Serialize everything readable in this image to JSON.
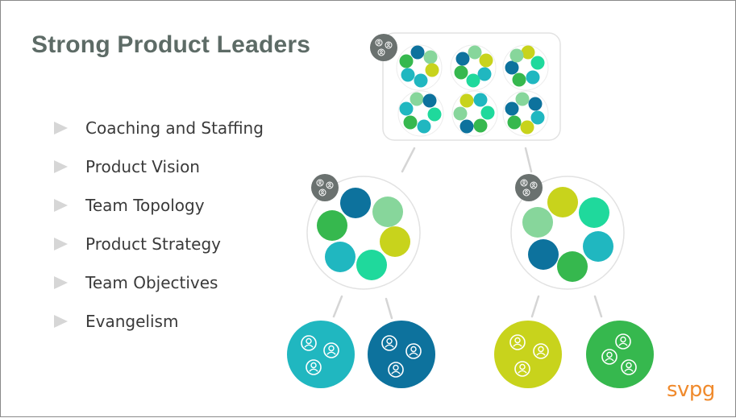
{
  "slide": {
    "title": "Strong Product Leaders",
    "bullets": [
      "Coaching and Staffing",
      "Product Vision",
      "Team Topology",
      "Product Strategy",
      "Team Objectives",
      "Evangelism"
    ],
    "logo": "svpg"
  },
  "icons": {
    "leader_badge": "group-people-icon",
    "team_icon": "people-icon"
  },
  "colors": {
    "title": "#5d6b66",
    "bullet_text": "#3a3a3a",
    "logo": "#f08a2c",
    "badge": "#6a716f",
    "team_a_fill": "#20b7c0",
    "team_b_fill": "#0d729d",
    "team_c_fill": "#c8d31c",
    "team_d_fill": "#36b84e",
    "dot_palette": [
      "#0d729d",
      "#20b7c0",
      "#36b84e",
      "#c8d31c",
      "#87d69b",
      "#1fd99c"
    ]
  }
}
